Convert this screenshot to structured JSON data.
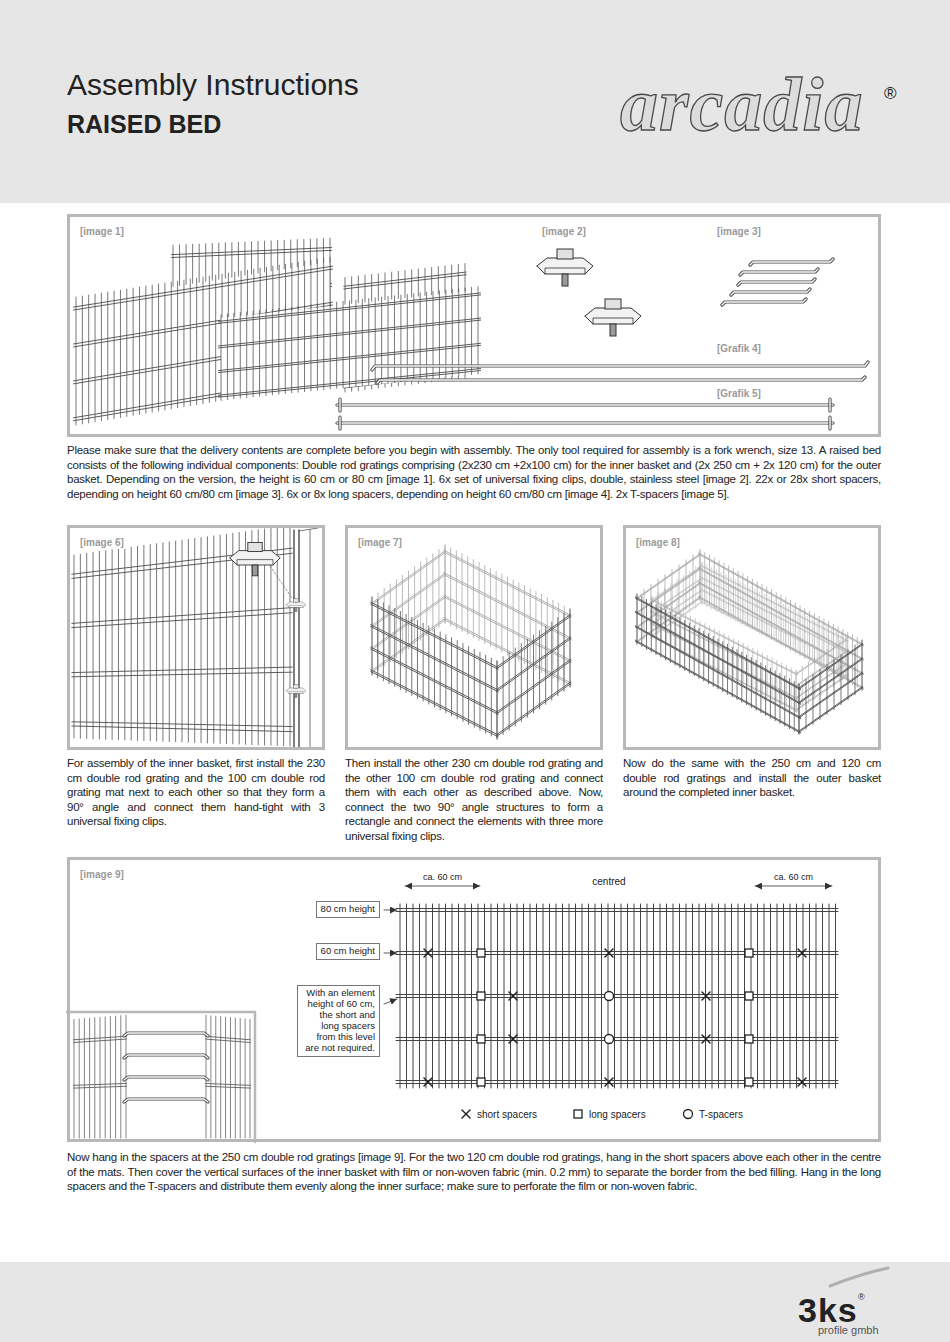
{
  "diagram": {
    "title": "Assembly Instructions",
    "nodes": [
      {
        "text": [
          "RAISED BED",
          "arcadia",
          "®"
        ]
      },
      {
        "text": [
          "[image 1]",
          "[image 2]",
          "[image 3]",
          "[Grafik 4]",
          "[Grafik 5]"
        ]
      },
      {
        "text": [
          "[image 6]"
        ]
      },
      {
        "text": [
          "[image 7]"
        ]
      },
      {
        "text": [
          "[image 8]"
        ]
      },
      {
        "text": [
          "[image 9]"
        ]
      },
      {
        "text": [
          "80 cm height"
        ],
        "in": 5
      },
      {
        "text": [
          "60 cm height"
        ],
        "in": 5
      },
      {
        "text": [
          "With an element height of 60 cm, the short and long spacers from this level are not required."
        ],
        "in": 5
      },
      {
        "text": [
          "3ks",
          "®",
          "profile gmbh"
        ]
      }
    ],
    "labels": [
      "Please make sure that the delivery contents are complete before you begin with assembly. The only tool required for assembly is a fork wrench, size 13. A raised bed consists of the following individual components: Double rod gratings comprising (2x230 cm +2x100 cm) for the inner basket and (2x 250 cm + 2x 120 cm) for the outer basket. Depending on the version, the height is 60 cm or 80 cm [image 1]. 6x set of universal fixing clips, double, stainless steel [image 2]. 22x or 28x short spacers, depending on height 60 cm/80 cm [image 3]. 6x or 8x long spacers, depending on height 60 cm/80 cm [image 4]. 2x T-spacers [image 5].",
      "For assembly of the inner basket, first install the 230 cm double rod grating and the 100 cm double rod grating mat next to each other so that they form a 90° angle and connect them hand-tight with 3 universal fixing clips.",
      "Then install the other 230 cm double rod grating and the other 100 cm double rod grating and connect them with each other as described above. Now, connect the two 90° angle structures to form a rectangle and connect the elements with three more universal fixing clips.",
      "Now do the same with the 250 cm and 120 cm double rod gratings and install the outer basket around the completed inner basket.",
      "ca. 60 cm",
      "centred",
      "ca. 60 cm",
      "Now hang in the spacers at the 250 cm double rod gratings [image 9]. For the two 120 cm double rod gratings, hang in the short spacers above each other in the centre of the mats. Then cover the vertical surfaces of the inner basket with film or non-woven fabric (min. 0.2 mm) to separate the border from the bed filling. Hang in the long spacers and the T-spacers and distribute them evenly along the inner surface; make sure to perforate the film or non-woven fabric."
    ],
    "legend": [
      {
        "text": "short spacers"
      },
      {
        "text": "long spacers"
      },
      {
        "text": "T-spacers"
      }
    ]
  }
}
